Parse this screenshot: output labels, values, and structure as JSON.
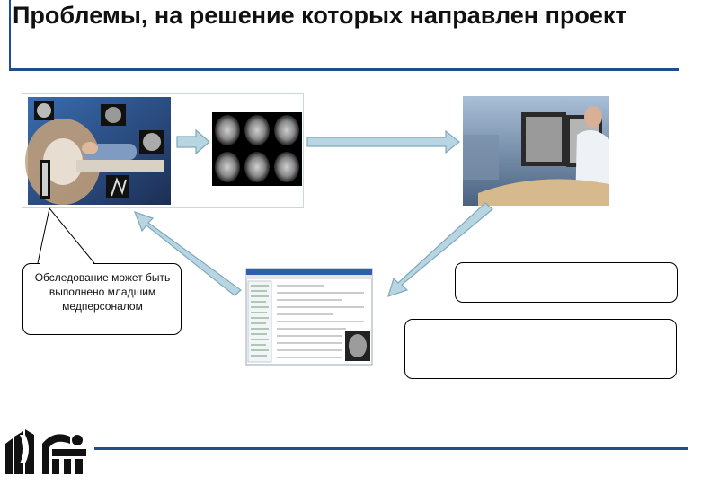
{
  "slide": {
    "title": "Проблемы, на решение которых направлен проект"
  },
  "callout": {
    "text": "Обследование может быть выполнено младшим медперсоналом"
  },
  "colors": {
    "title_rule": "#1f4e8c",
    "arrow_fill": "#b8d6e2",
    "arrow_stroke": "#7fa8bd"
  },
  "images": {
    "scanner_collage": "ct-scanner-illustration",
    "brain_scans": "brain-ct-slices-grid",
    "radiologist": "radiologist-at-workstation",
    "report_software": "medical-report-software-window",
    "logo": "nsu-logo"
  }
}
